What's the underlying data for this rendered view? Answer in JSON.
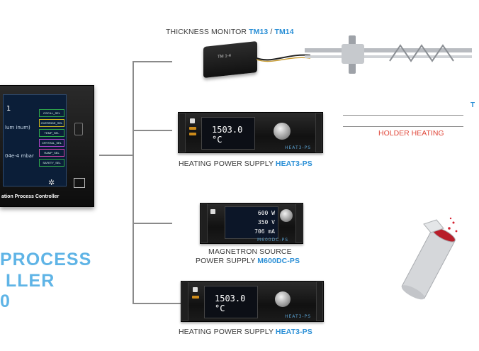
{
  "controller": {
    "line1": "PROCESS",
    "line2": "LLER",
    "line3": "0",
    "panel_caption": "ation Process Controller",
    "screen_value_a": "1",
    "screen_text_b": "lum inum)",
    "screen_text_c": "04e-4 mbar",
    "buttons": [
      "OSCILL_SEL",
      "OVERRIDE_SEL",
      "TEMP_SEL",
      "CRYSTAL_SEL",
      "RAMP_SEL",
      "SAFETY_SEL"
    ]
  },
  "thickness_monitor": {
    "label": "THICKNESS MONITOR ",
    "model_a": "TM13",
    "sep": " / ",
    "model_b": "TM14",
    "device_text": "TM 1-4"
  },
  "heat_top": {
    "label": "HEATING POWER SUPPLY ",
    "model": "HEAT3-PS",
    "reading": "1503.0 °C",
    "badge": "HEAT3-PS"
  },
  "magnetron": {
    "label_line1": "MAGNETRON SOURCE",
    "label_line2": "POWER SUPPLY ",
    "model": "M600DC-PS",
    "readings": [
      "600 W",
      "350 V",
      "706 mA"
    ],
    "badge": "M600DC-PS"
  },
  "heat_bottom": {
    "label": "HEATING POWER SUPPLY ",
    "model": "HEAT3-PS",
    "reading": "1503.0 °C",
    "badge": "HEAT3-PS"
  },
  "right_labels": {
    "t": "T",
    "holder_heating": "HOLDER HEATING"
  },
  "colors": {
    "accent_blue": "#2a8fd6",
    "title_blue": "#5fb4e6",
    "red": "#e0473a",
    "line_gray": "#8a8a8a"
  }
}
